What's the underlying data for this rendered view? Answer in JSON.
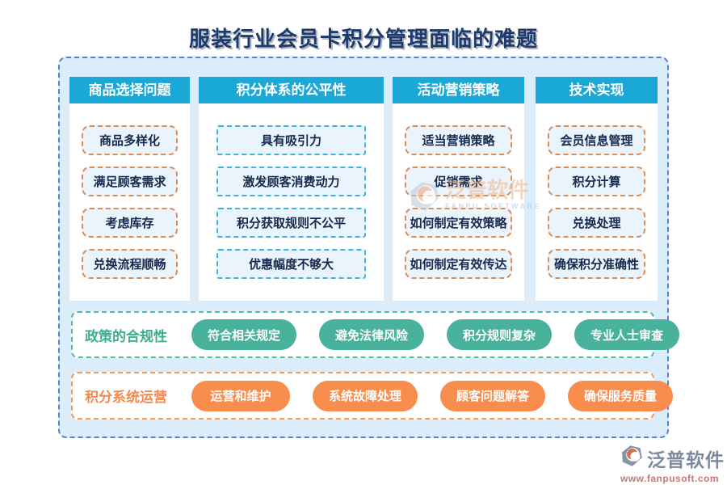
{
  "title": "服装行业会员卡积分管理面临的难题",
  "columns": [
    {
      "header": "商品选择问题",
      "items": [
        "商品多样化",
        "满足顾客需求",
        "考虑库存",
        "兑换流程顺畅"
      ]
    },
    {
      "header": "积分体系的公平性",
      "items": [
        "具有吸引力",
        "激发顾客消费动力",
        "积分获取规则不公平",
        "优惠幅度不够大"
      ]
    },
    {
      "header": "活动营销策略",
      "items": [
        "适当营销策略",
        "促销需求",
        "如何制定有效策略",
        "如何制定有效传达"
      ]
    },
    {
      "header": "技术实现",
      "items": [
        "会员信息管理",
        "积分计算",
        "兑换处理",
        "确保积分准确性"
      ]
    }
  ],
  "bands": [
    {
      "label": "政策的合规性",
      "pills": [
        "符合相关规定",
        "避免法律风险",
        "积分规则复杂",
        "专业人士审查"
      ]
    },
    {
      "label": "积分系统运营",
      "pills": [
        "运营和维护",
        "系统故障处理",
        "顾客问题解答",
        "确保服务质量"
      ]
    }
  ],
  "watermark": {
    "name": "泛普软件",
    "caption": "FANPU SOFTWARE"
  },
  "logo": {
    "name": "泛普软件",
    "url": "www.fanpusoft.com"
  },
  "colors": {
    "title_navy": "#1d3a6b",
    "header_cyan": "#1aa8d6",
    "panel_blue_bg": "#dbedfa",
    "panel_border_blue": "#4f83d8",
    "item_bg": "#eaf4fc",
    "item_border_orange": "#de8c50",
    "item_border_cyan": "#3fb3de",
    "green_accent": "#48b29c",
    "orange_accent": "#f88d4d"
  }
}
